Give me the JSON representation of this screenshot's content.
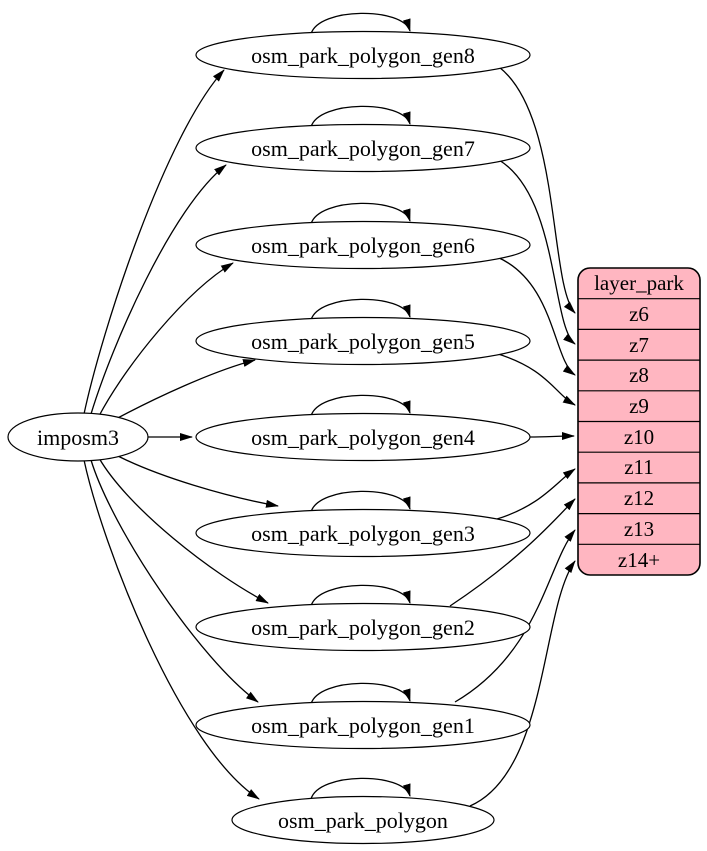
{
  "diagram": {
    "type": "flow-graph",
    "background": "#ffffff",
    "edge_color": "#000000",
    "node_style": {
      "fill": "#ffffff",
      "stroke": "#000000"
    },
    "source_node": {
      "id": "imposm3",
      "label": "imposm3"
    },
    "table_nodes": [
      {
        "id": "osm_park_polygon_gen8",
        "label": "osm_park_polygon_gen8",
        "feeds_zoom": "z6",
        "self_loop": true
      },
      {
        "id": "osm_park_polygon_gen7",
        "label": "osm_park_polygon_gen7",
        "feeds_zoom": "z7",
        "self_loop": true
      },
      {
        "id": "osm_park_polygon_gen6",
        "label": "osm_park_polygon_gen6",
        "feeds_zoom": "z8",
        "self_loop": true
      },
      {
        "id": "osm_park_polygon_gen5",
        "label": "osm_park_polygon_gen5",
        "feeds_zoom": "z9",
        "self_loop": true
      },
      {
        "id": "osm_park_polygon_gen4",
        "label": "osm_park_polygon_gen4",
        "feeds_zoom": "z10",
        "self_loop": true
      },
      {
        "id": "osm_park_polygon_gen3",
        "label": "osm_park_polygon_gen3",
        "feeds_zoom": "z11",
        "self_loop": true
      },
      {
        "id": "osm_park_polygon_gen2",
        "label": "osm_park_polygon_gen2",
        "feeds_zoom": "z12",
        "self_loop": true
      },
      {
        "id": "osm_park_polygon_gen1",
        "label": "osm_park_polygon_gen1",
        "feeds_zoom": "z13",
        "self_loop": true
      },
      {
        "id": "osm_park_polygon",
        "label": "osm_park_polygon",
        "feeds_zoom": "z14+",
        "self_loop": true
      }
    ],
    "layer_node": {
      "id": "layer_park",
      "title": "layer_park",
      "fill": "#ffb6c1",
      "stroke": "#000000",
      "rows": [
        "z6",
        "z7",
        "z8",
        "z9",
        "z10",
        "z11",
        "z12",
        "z13",
        "z14+"
      ]
    },
    "edges": [
      {
        "from": "imposm3",
        "to": "osm_park_polygon_gen8"
      },
      {
        "from": "imposm3",
        "to": "osm_park_polygon_gen7"
      },
      {
        "from": "imposm3",
        "to": "osm_park_polygon_gen6"
      },
      {
        "from": "imposm3",
        "to": "osm_park_polygon_gen5"
      },
      {
        "from": "imposm3",
        "to": "osm_park_polygon_gen4"
      },
      {
        "from": "imposm3",
        "to": "osm_park_polygon_gen3"
      },
      {
        "from": "imposm3",
        "to": "osm_park_polygon_gen2"
      },
      {
        "from": "imposm3",
        "to": "osm_park_polygon_gen1"
      },
      {
        "from": "imposm3",
        "to": "osm_park_polygon"
      },
      {
        "from": "osm_park_polygon_gen8",
        "to": "osm_park_polygon_gen8",
        "type": "self"
      },
      {
        "from": "osm_park_polygon_gen7",
        "to": "osm_park_polygon_gen7",
        "type": "self"
      },
      {
        "from": "osm_park_polygon_gen6",
        "to": "osm_park_polygon_gen6",
        "type": "self"
      },
      {
        "from": "osm_park_polygon_gen5",
        "to": "osm_park_polygon_gen5",
        "type": "self"
      },
      {
        "from": "osm_park_polygon_gen4",
        "to": "osm_park_polygon_gen4",
        "type": "self"
      },
      {
        "from": "osm_park_polygon_gen3",
        "to": "osm_park_polygon_gen3",
        "type": "self"
      },
      {
        "from": "osm_park_polygon_gen2",
        "to": "osm_park_polygon_gen2",
        "type": "self"
      },
      {
        "from": "osm_park_polygon_gen1",
        "to": "osm_park_polygon_gen1",
        "type": "self"
      },
      {
        "from": "osm_park_polygon",
        "to": "osm_park_polygon",
        "type": "self"
      },
      {
        "from": "osm_park_polygon_gen8",
        "to": "layer_park.z6"
      },
      {
        "from": "osm_park_polygon_gen7",
        "to": "layer_park.z7"
      },
      {
        "from": "osm_park_polygon_gen6",
        "to": "layer_park.z8"
      },
      {
        "from": "osm_park_polygon_gen5",
        "to": "layer_park.z9"
      },
      {
        "from": "osm_park_polygon_gen4",
        "to": "layer_park.z10"
      },
      {
        "from": "osm_park_polygon_gen3",
        "to": "layer_park.z11"
      },
      {
        "from": "osm_park_polygon_gen2",
        "to": "layer_park.z12"
      },
      {
        "from": "osm_park_polygon_gen1",
        "to": "layer_park.z13"
      },
      {
        "from": "osm_park_polygon",
        "to": "layer_park.z14+"
      }
    ]
  }
}
